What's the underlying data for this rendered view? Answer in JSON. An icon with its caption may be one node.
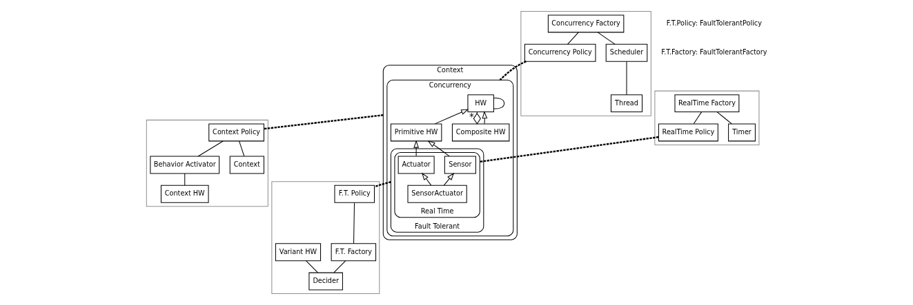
{
  "diagram": {
    "nodes": [
      {
        "text": [],
        "shape": "box"
      },
      {
        "text": [
          "Concurrency Factory"
        ],
        "in": 0
      },
      {
        "text": [
          "Concurrency Policy"
        ],
        "in": 0
      },
      {
        "text": [
          "Scheduler"
        ],
        "in": 0
      },
      {
        "text": [
          "Thread"
        ],
        "in": 0
      },
      {
        "text": [],
        "shape": "box"
      },
      {
        "text": [
          "RealTime Factory"
        ],
        "in": 5
      },
      {
        "text": [
          "RealTime Policy"
        ],
        "in": 5
      },
      {
        "text": [
          "Timer"
        ],
        "in": 5
      },
      {
        "text": [
          "Context"
        ]
      },
      {
        "text": [
          "Concurrency"
        ],
        "in": 9
      },
      {
        "text": [
          "HW"
        ],
        "in": 10
      },
      {
        "text": [
          "Primitive HW"
        ],
        "in": 10
      },
      {
        "text": [
          "Composite HW"
        ],
        "in": 10
      },
      {
        "text": [
          "Fault Tolerant"
        ],
        "in": 10
      },
      {
        "text": [
          "Real Time"
        ],
        "in": 14
      },
      {
        "text": [
          "Sensor"
        ],
        "in": 15
      },
      {
        "text": [
          "Actuator"
        ],
        "in": 15
      },
      {
        "text": [
          "SensorActuator"
        ],
        "in": 15
      },
      {
        "text": [],
        "shape": "box"
      },
      {
        "text": [
          "Context Policy"
        ],
        "in": 19
      },
      {
        "text": [
          "Behavior Activator"
        ],
        "in": 19
      },
      {
        "text": [
          "Context"
        ],
        "in": 19
      },
      {
        "text": [
          "Context HW"
        ],
        "in": 19
      },
      {
        "text": [],
        "shape": "box"
      },
      {
        "text": [
          "F.T. Policy"
        ],
        "in": 24
      },
      {
        "text": [
          "F.T. Factory"
        ],
        "in": 24
      },
      {
        "text": [
          "Variant HW"
        ],
        "in": 24
      },
      {
        "text": [
          "Decider"
        ],
        "in": 24
      }
    ],
    "edges": [
      {
        "from": 1,
        "to": 2,
        "arrow": "none"
      },
      {
        "from": 1,
        "to": 3,
        "arrow": "none"
      },
      {
        "from": 3,
        "to": 4,
        "arrow": "none"
      },
      {
        "from": 2,
        "to": 10,
        "arrow": "none",
        "style": "dashed"
      },
      {
        "from": 6,
        "to": 7,
        "arrow": "none"
      },
      {
        "from": 6,
        "to": 8,
        "arrow": "none"
      },
      {
        "from": 7,
        "to": 15,
        "arrow": "none",
        "style": "dashed"
      },
      {
        "from": 11,
        "to": 11,
        "arrow": "none"
      },
      {
        "from": 13,
        "to": 11,
        "arrow": "other",
        "label": "*"
      },
      {
        "from": 12,
        "to": 11,
        "arrow": "to"
      },
      {
        "from": 13,
        "to": 11,
        "arrow": "to"
      },
      {
        "from": 16,
        "to": 12,
        "arrow": "to"
      },
      {
        "from": 17,
        "to": 12,
        "arrow": "to"
      },
      {
        "from": 18,
        "to": 16,
        "arrow": "to"
      },
      {
        "from": 18,
        "to": 17,
        "arrow": "to"
      },
      {
        "from": 9,
        "to": 20,
        "arrow": "none",
        "style": "dashed"
      },
      {
        "from": 20,
        "to": 21,
        "arrow": "none"
      },
      {
        "from": 20,
        "to": 22,
        "arrow": "none"
      },
      {
        "from": 21,
        "to": 23,
        "arrow": "none"
      },
      {
        "from": 14,
        "to": 25,
        "arrow": "none",
        "style": "dashed"
      },
      {
        "from": 25,
        "to": 26,
        "arrow": "none"
      },
      {
        "from": 26,
        "to": 28,
        "arrow": "none"
      },
      {
        "from": 27,
        "to": 28,
        "arrow": "none"
      }
    ],
    "labels": [
      "F.T.Policy: FaultTolerantPolicy",
      "F.T.Factory: FaultTolerantFactory"
    ]
  }
}
